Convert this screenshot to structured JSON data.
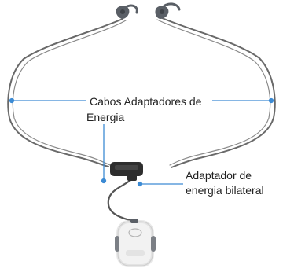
{
  "labels": {
    "cables_line1": "Cabos Adaptadores de",
    "cables_line2": "Energia",
    "adapter_line1": "Adaptador de",
    "adapter_line2": "energia bilateral"
  },
  "colors": {
    "callout_line": "#3d8bd4",
    "cable": "#6a6a6a",
    "ear_piece": "#5a5f66",
    "adapter_block": "#2e2e2e",
    "device_body": "#f2f2f2",
    "device_grip": "#7b7f85",
    "text": "#222222"
  },
  "icons": {
    "left_ear_piece": "ear-hook-icon",
    "right_ear_piece": "ear-hook-icon",
    "bilateral_adapter": "y-splitter-icon",
    "power_unit": "battery-pack-icon"
  }
}
